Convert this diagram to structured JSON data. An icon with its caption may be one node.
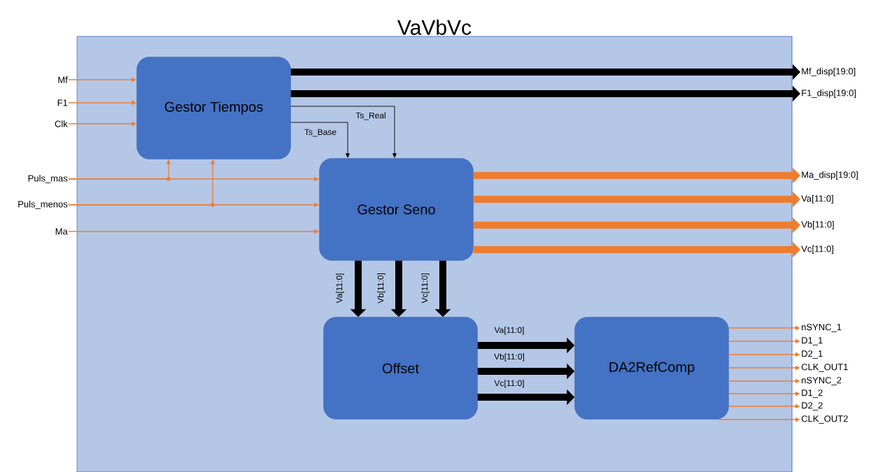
{
  "diagram": {
    "nodes": [
      {
        "text": [
          "VaVbVc"
        ]
      },
      {
        "text": [
          "Gestor Tiempos"
        ],
        "in": 0
      },
      {
        "text": [
          "Gestor Seno"
        ],
        "in": 0
      },
      {
        "text": [
          "Offset"
        ],
        "in": 0
      },
      {
        "text": [
          "DA2RefComp"
        ],
        "in": 0
      },
      {
        "text": [
          "Mf"
        ]
      },
      {
        "text": [
          "F1"
        ]
      },
      {
        "text": [
          "Clk"
        ]
      },
      {
        "text": [
          "Puls_mas"
        ]
      },
      {
        "text": [
          "Puls_menos"
        ]
      },
      {
        "text": [
          "Ma"
        ]
      },
      {
        "text": [
          "Mf_disp[19:0]"
        ]
      },
      {
        "text": [
          "F1_disp[19:0]"
        ]
      },
      {
        "text": [
          "Ma_disp[19:0]"
        ]
      },
      {
        "text": [
          "Va[11:0]"
        ]
      },
      {
        "text": [
          "Vb[11:0]"
        ]
      },
      {
        "text": [
          "Vc[11:0]"
        ]
      },
      {
        "text": [
          "nSYNC_1"
        ]
      },
      {
        "text": [
          "D1_1"
        ]
      },
      {
        "text": [
          "D2_1"
        ]
      },
      {
        "text": [
          "CLK_OUT1"
        ]
      },
      {
        "text": [
          "nSYNC_2"
        ]
      },
      {
        "text": [
          "D1_2"
        ]
      },
      {
        "text": [
          "D2_2"
        ]
      },
      {
        "text": [
          "CLK_OUT2"
        ]
      }
    ],
    "edges": [
      {
        "from": 5,
        "to": 1,
        "arrow": "to"
      },
      {
        "from": 6,
        "to": 1,
        "arrow": "to"
      },
      {
        "from": 7,
        "to": 1,
        "arrow": "to"
      },
      {
        "from": 8,
        "to": 2,
        "arrow": "to"
      },
      {
        "from": 8,
        "to": 1,
        "arrow": "to"
      },
      {
        "from": 9,
        "to": 2,
        "arrow": "to"
      },
      {
        "from": 9,
        "to": 1,
        "arrow": "to"
      },
      {
        "from": 10,
        "to": 2,
        "arrow": "to"
      },
      {
        "from": 1,
        "to": 2,
        "arrow": "to",
        "label": "Ts_Base",
        "color": "#000000"
      },
      {
        "from": 1,
        "to": 2,
        "arrow": "to",
        "label": "Ts_Real",
        "color": "#000000"
      },
      {
        "from": 1,
        "to": 11,
        "arrow": "to",
        "style": "thick",
        "color": "#000000"
      },
      {
        "from": 1,
        "to": 12,
        "arrow": "to",
        "style": "thick",
        "color": "#000000"
      },
      {
        "from": 2,
        "to": 13,
        "arrow": "to",
        "style": "thick"
      },
      {
        "from": 2,
        "to": 14,
        "arrow": "to",
        "style": "thick"
      },
      {
        "from": 2,
        "to": 15,
        "arrow": "to",
        "style": "thick"
      },
      {
        "from": 2,
        "to": 16,
        "arrow": "to",
        "style": "thick"
      },
      {
        "from": 2,
        "to": 3,
        "arrow": "to",
        "style": "thick",
        "color": "#000000",
        "label": "Va[11:0]"
      },
      {
        "from": 2,
        "to": 3,
        "arrow": "to",
        "style": "thick",
        "color": "#000000",
        "label": "Vb[11:0]"
      },
      {
        "from": 2,
        "to": 3,
        "arrow": "to",
        "style": "thick",
        "color": "#000000",
        "label": "Vc[11:0]"
      },
      {
        "from": 3,
        "to": 4,
        "arrow": "to",
        "style": "thick",
        "color": "#000000",
        "label": "Va[11:0]"
      },
      {
        "from": 3,
        "to": 4,
        "arrow": "to",
        "style": "thick",
        "color": "#000000",
        "label": "Vb[11:0]"
      },
      {
        "from": 3,
        "to": 4,
        "arrow": "to",
        "style": "thick",
        "color": "#000000",
        "label": "Vc[11:0]"
      },
      {
        "from": 4,
        "to": 17,
        "arrow": "to"
      },
      {
        "from": 4,
        "to": 18,
        "arrow": "to"
      },
      {
        "from": 4,
        "to": 19,
        "arrow": "to"
      },
      {
        "from": 4,
        "to": 20,
        "arrow": "to"
      },
      {
        "from": 4,
        "to": 21,
        "arrow": "to"
      },
      {
        "from": 4,
        "to": 22,
        "arrow": "to"
      },
      {
        "from": 4,
        "to": 23,
        "arrow": "to"
      },
      {
        "from": 4,
        "to": 24,
        "arrow": "to"
      }
    ]
  }
}
